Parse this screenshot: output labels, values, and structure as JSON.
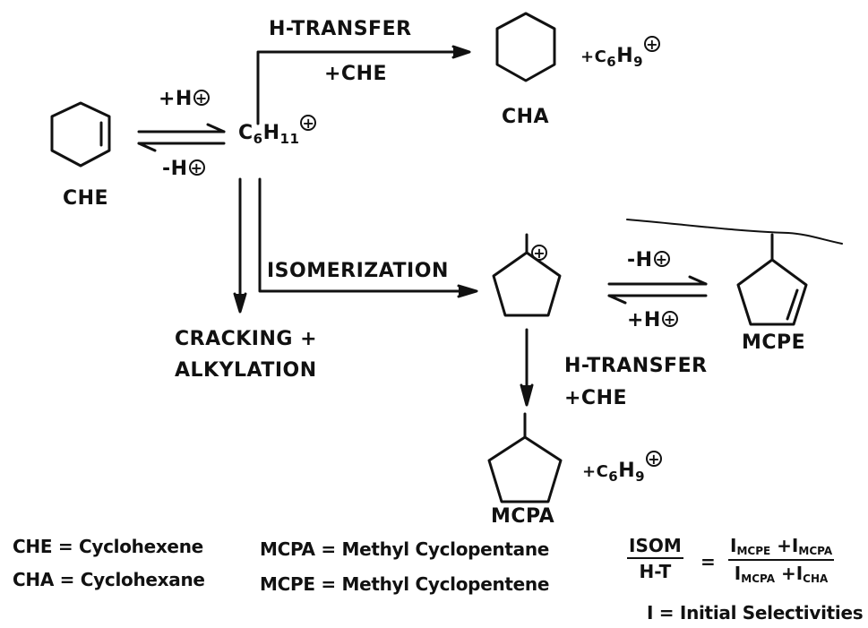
{
  "species": {
    "che": "CHE",
    "cha": "CHA",
    "mcpe": "MCPE",
    "mcpa": "MCPA",
    "carbocation_base": "C",
    "carbocation_sub1": "6",
    "carbocation_mid": "H",
    "carbocation_sub2": "11",
    "byproduct_base": "+C",
    "byproduct_sub1": "6",
    "byproduct_mid": "H",
    "byproduct_sub2": "9",
    "plus_symbol": "+"
  },
  "conditions": {
    "protonation": "+H",
    "deprotonation": "-H",
    "h_transfer": "H-TRANSFER",
    "plus_che": "+CHE",
    "isomerization": "ISOMERIZATION",
    "cracking": "CRACKING +",
    "alkylation": "ALKYLATION"
  },
  "legend": {
    "che_def": "CHE = Cyclohexene",
    "cha_def": "CHA = Cyclohexane",
    "mcpa_def": "MCPA = Methyl Cyclopentane",
    "mcpe_def": "MCPE = Methyl Cyclopentene"
  },
  "formula": {
    "lhs_num": "ISOM",
    "lhs_den": "H-T",
    "equals": "=",
    "rhs_num_1": "I",
    "rhs_num_1_sub": "MCPE",
    "rhs_num_plus": " +I",
    "rhs_num_2_sub": "MCPA",
    "rhs_den_1": "I",
    "rhs_den_1_sub": "MCPA",
    "rhs_den_plus": " +I",
    "rhs_den_2_sub": "CHA",
    "note": "I = Initial Selectivities"
  }
}
